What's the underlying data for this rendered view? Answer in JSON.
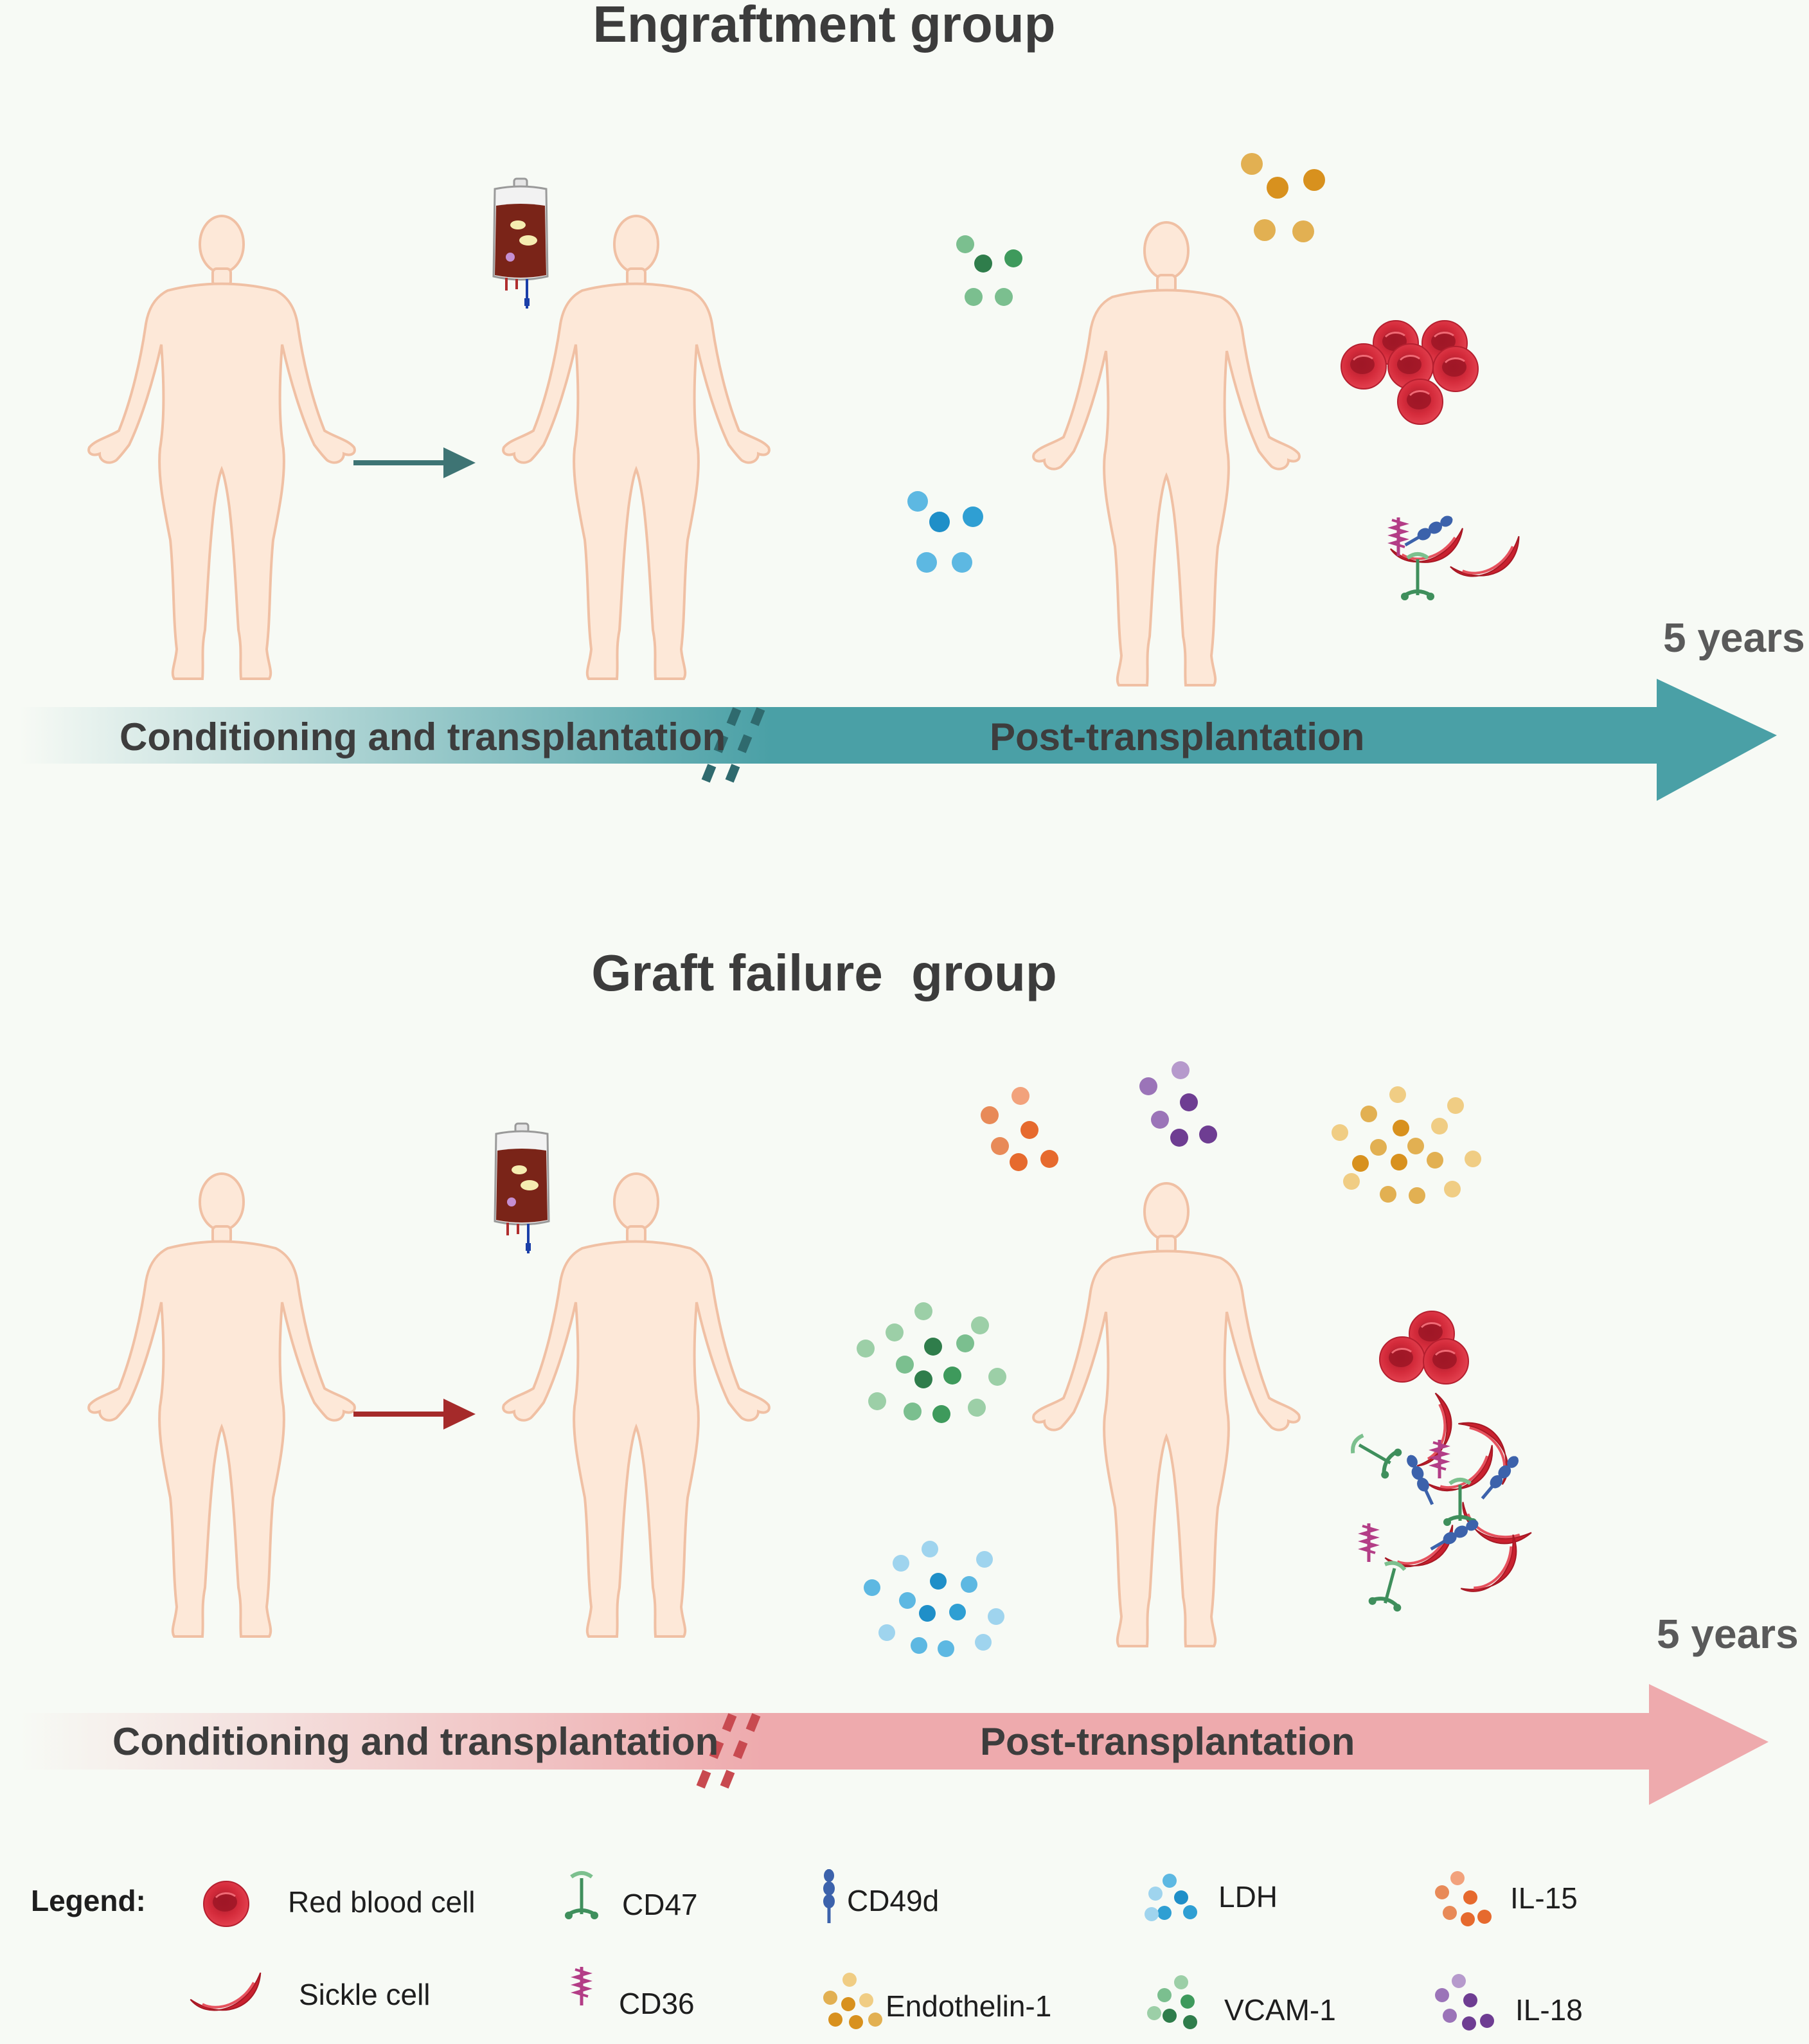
{
  "panels": {
    "engraftment": {
      "title": "Engraftment group",
      "years": "5 years",
      "phase_pre": "Conditioning and transplantation",
      "phase_post": "Post-transplantation"
    },
    "graft_failure": {
      "title": "Graft failure  group",
      "years": "5 years",
      "phase_pre": "Conditioning and transplantation",
      "phase_post": "Post-transplantation"
    }
  },
  "legend": {
    "title": "Legend:",
    "items": [
      "Red blood cell",
      "Sickle cell",
      "CD47",
      "CD36",
      "CD49d",
      "Endothelin-1",
      "LDH",
      "VCAM-1",
      "IL-15",
      "IL-18"
    ]
  },
  "colors": {
    "background": "#f7faf5",
    "engraftment_timeline": "#4aa0a6",
    "graft_failure_timeline": "#eeaaad",
    "engraftment_arrow": "#3e7474",
    "graft_failure_arrow": "#a52a2a",
    "body": "#fde8d8",
    "body_outline": "#f0c0a4",
    "red_blood_cell": "#d42b3b",
    "blood_bag": "#7a2418",
    "cd47": "#3f8f5c",
    "cd36": "#b33d86",
    "cd49d": "#3c62ab",
    "ldh": "#2f9fd3",
    "vcam1": "#3e9a5c",
    "endothelin1": "#e0a03a",
    "il15": "#e66a2e",
    "il18": "#8e5aa8"
  }
}
